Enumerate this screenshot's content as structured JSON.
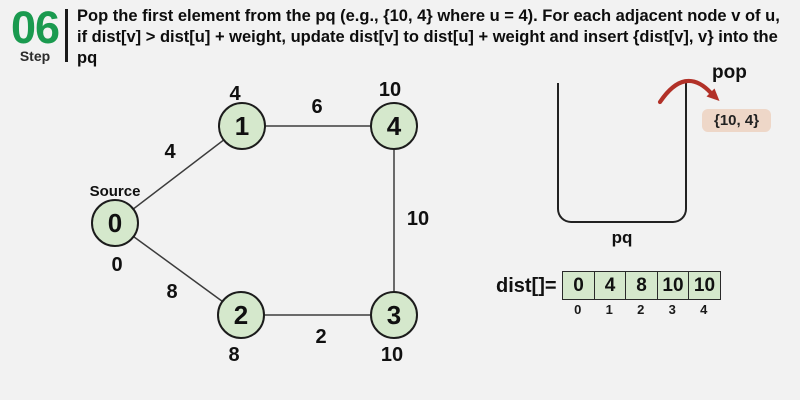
{
  "step": {
    "number": "06",
    "label": "Step"
  },
  "header": {
    "description": "Pop the first element from the pq (e.g., {10, 4} where u = 4). For each adjacent node v of u, if dist[v] > dist[u] + weight, update dist[v] to dist[u] + weight and insert {dist[v], v} into the pq"
  },
  "graph": {
    "source_label": "Source",
    "nodes": [
      {
        "id": "0",
        "dist": "0"
      },
      {
        "id": "1",
        "dist": "4"
      },
      {
        "id": "2",
        "dist": "8"
      },
      {
        "id": "3",
        "dist": "10"
      },
      {
        "id": "4",
        "dist": "10"
      }
    ],
    "edges": [
      {
        "from": "0",
        "to": "1",
        "weight": "4"
      },
      {
        "from": "1",
        "to": "4",
        "weight": "6"
      },
      {
        "from": "0",
        "to": "2",
        "weight": "8"
      },
      {
        "from": "2",
        "to": "3",
        "weight": "2"
      },
      {
        "from": "4",
        "to": "3",
        "weight": "10"
      }
    ]
  },
  "pq": {
    "label": "pq",
    "pop_label": "pop",
    "popped_item": "{10, 4}"
  },
  "dist_array": {
    "label": "dist[]=",
    "values": [
      "0",
      "4",
      "8",
      "10",
      "10"
    ],
    "indices": [
      "0",
      "1",
      "2",
      "3",
      "4"
    ]
  },
  "colors": {
    "step_green": "#1a9a4f",
    "node_fill": "#d5e8cc",
    "node_border": "#1c1c1c",
    "arrow_red": "#b23128",
    "chip_bg": "#eed7c8",
    "background": "#f2f2f2",
    "text": "#111111"
  }
}
